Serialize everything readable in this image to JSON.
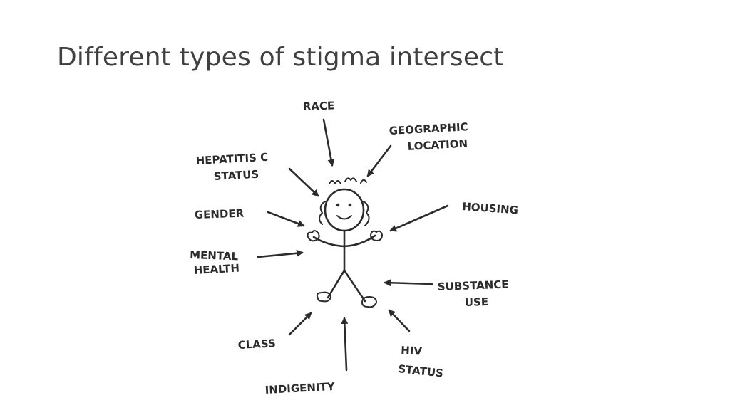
{
  "slide": {
    "title": "Different types of stigma intersect"
  },
  "diagram": {
    "labels": {
      "race": "RACE",
      "geographic_line1": "GEOGRAPHIC",
      "geographic_line2": "LOCATION",
      "hepatitis_line1": "HEPATITIS C",
      "hepatitis_line2": "STATUS",
      "housing": "HOUSING",
      "gender": "GENDER",
      "mental_line1": "MENTAL",
      "mental_line2": "HEALTH",
      "substance_line1": "SUBSTANCE",
      "substance_line2": "USE",
      "class": "CLASS",
      "hiv_line1": "HIV",
      "hiv_line2": "STATUS",
      "indigenity": "INDIGENITY"
    },
    "icons": [
      "stick-figure",
      "arrow"
    ]
  }
}
